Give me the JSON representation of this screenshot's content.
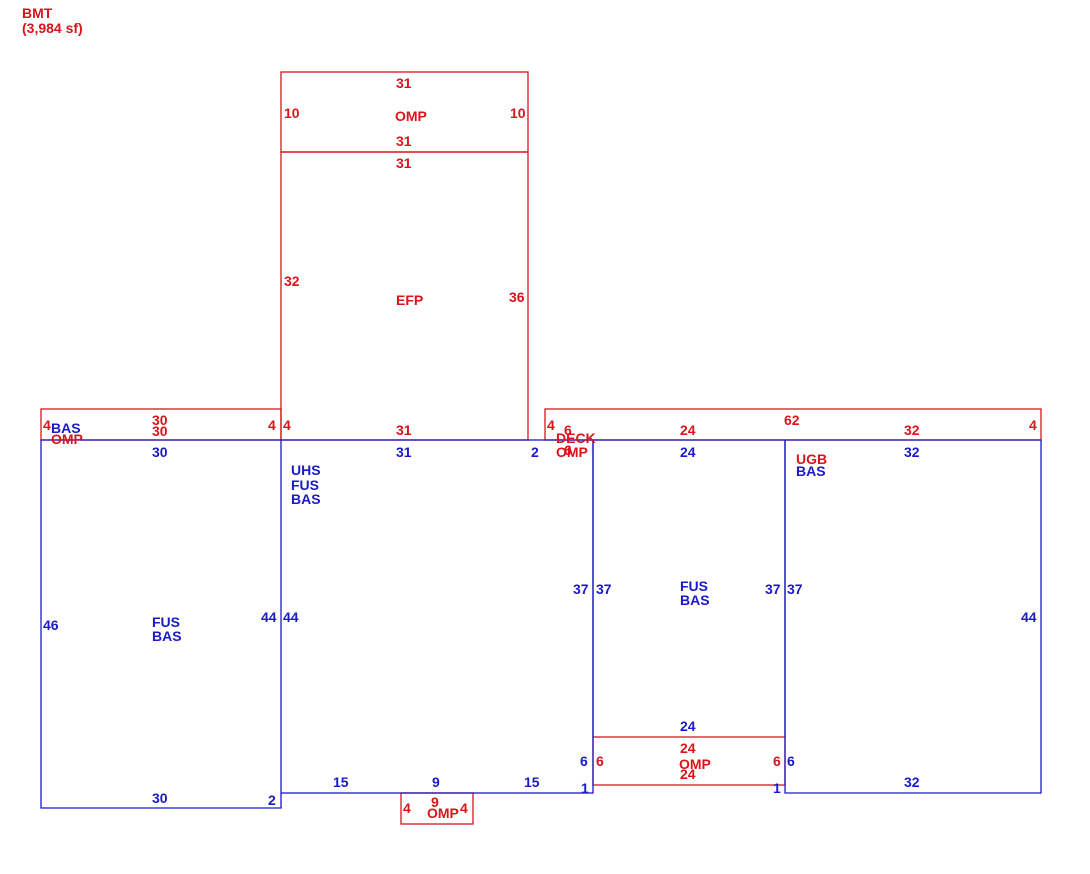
{
  "header": {
    "title": "BMT",
    "area": "(3,984 sf)"
  },
  "colors": {
    "exterior": "#d9141b",
    "living": "#1a1ac8",
    "background": "#ffffff"
  },
  "sections": {
    "omp_top": {
      "code": "OMP",
      "top_dim": "31",
      "bottom_dim": "31",
      "left_dim": "10",
      "right_dim": "10"
    },
    "efp": {
      "code": "EFP",
      "top_dim": "31",
      "left_dim": "32",
      "right_dim": "36",
      "bottom_dim": "31",
      "bottom_left_dim": "4",
      "bottom_right_dim": "2"
    },
    "omp_left": {
      "code1": "BAS",
      "code2": "OMP",
      "top_dim": "30",
      "bottom_dim": "30",
      "left_dim": "4",
      "right_dim": "4"
    },
    "left_block": {
      "code1": "FUS",
      "code2": "BAS",
      "top_dim": "30",
      "bottom_dim": "30",
      "left_dim": "46",
      "right_dim": "44",
      "corner_dim": "2"
    },
    "center_block": {
      "code1": "UHS",
      "code2": "FUS",
      "code3": "BAS",
      "top_dim": "31",
      "left_dim": "44",
      "right_dim": "37",
      "bottom_left_dim": "15",
      "bottom_mid_dim": "9",
      "bottom_right_dim": "15",
      "right_lower_dim": "6",
      "corner_dim": "1"
    },
    "deck": {
      "code1": "DECK",
      "code2": "OMP",
      "left_dim": "4",
      "inner_dim_a": "6",
      "inner_dim_b": "6",
      "top_dim": "24",
      "overall_dim": "62",
      "right_top_dim": "32",
      "right_dim": "4"
    },
    "right_block": {
      "code1": "FUS",
      "code2": "BAS",
      "top_dim": "24",
      "left_dim": "37",
      "right_dim": "37",
      "bottom_dim": "24"
    },
    "omp_bottom_right": {
      "code": "OMP",
      "top_dim": "24",
      "bottom_dim": "24",
      "left_dim": "6",
      "right_dim": "6"
    },
    "garage": {
      "code1": "UGB",
      "code2": "BAS",
      "top_dim": "32",
      "bottom_dim": "32",
      "left_dim": "37",
      "right_dim": "44",
      "left_lower_dim": "6",
      "corner_dim": "1"
    },
    "omp_bottom_small": {
      "code": "OMP",
      "left_dim": "4",
      "top_dim": "9",
      "right_dim": "4"
    }
  }
}
